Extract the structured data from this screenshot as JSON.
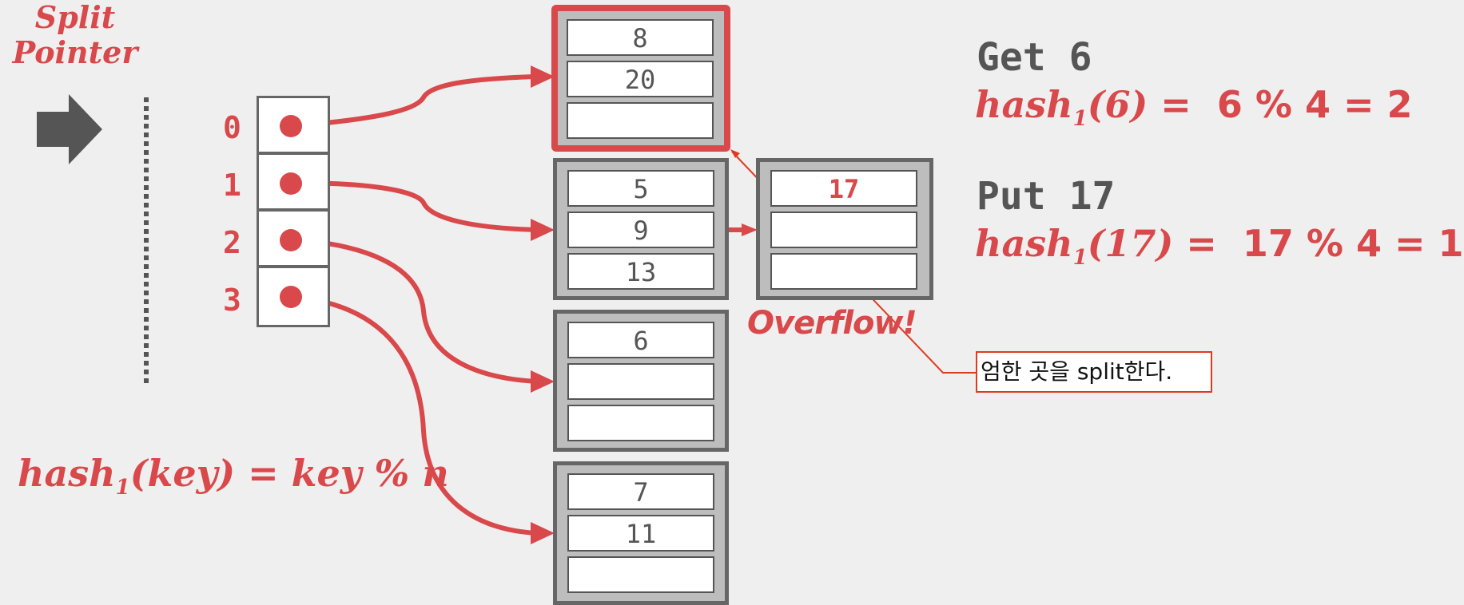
{
  "split_pointer": {
    "line1": "Split",
    "line2": "Pointer"
  },
  "directory": {
    "indices": [
      "0",
      "1",
      "2",
      "3"
    ]
  },
  "buckets": [
    {
      "slots": [
        "8",
        "20",
        ""
      ],
      "highlighted": true
    },
    {
      "slots": [
        "5",
        "9",
        "13"
      ],
      "highlighted": false
    },
    {
      "slots": [
        "6",
        "",
        ""
      ],
      "highlighted": false
    },
    {
      "slots": [
        "7",
        "11",
        ""
      ],
      "highlighted": false
    }
  ],
  "overflow_bucket": {
    "slots": [
      "17",
      "",
      ""
    ]
  },
  "overflow_label": "Overflow!",
  "operations": {
    "get": {
      "title": "Get 6",
      "fn": "hash",
      "sub": "1",
      "arg": "(6)",
      "rest": " =  6 % 4 = 2"
    },
    "put": {
      "title": "Put 17",
      "fn": "hash",
      "sub": "1",
      "arg": "(17)",
      "rest": " =  17 % 4 = 1"
    }
  },
  "hash_formula": {
    "fn": "hash",
    "sub": "1",
    "rest": "(key) = key % n"
  },
  "annotation": "엄한 곳을 split한다.",
  "colors": {
    "accent": "#d9484a",
    "gray": "#555555",
    "bucket_fill": "#bdbdbd",
    "annotation_border": "#e03a1e"
  }
}
